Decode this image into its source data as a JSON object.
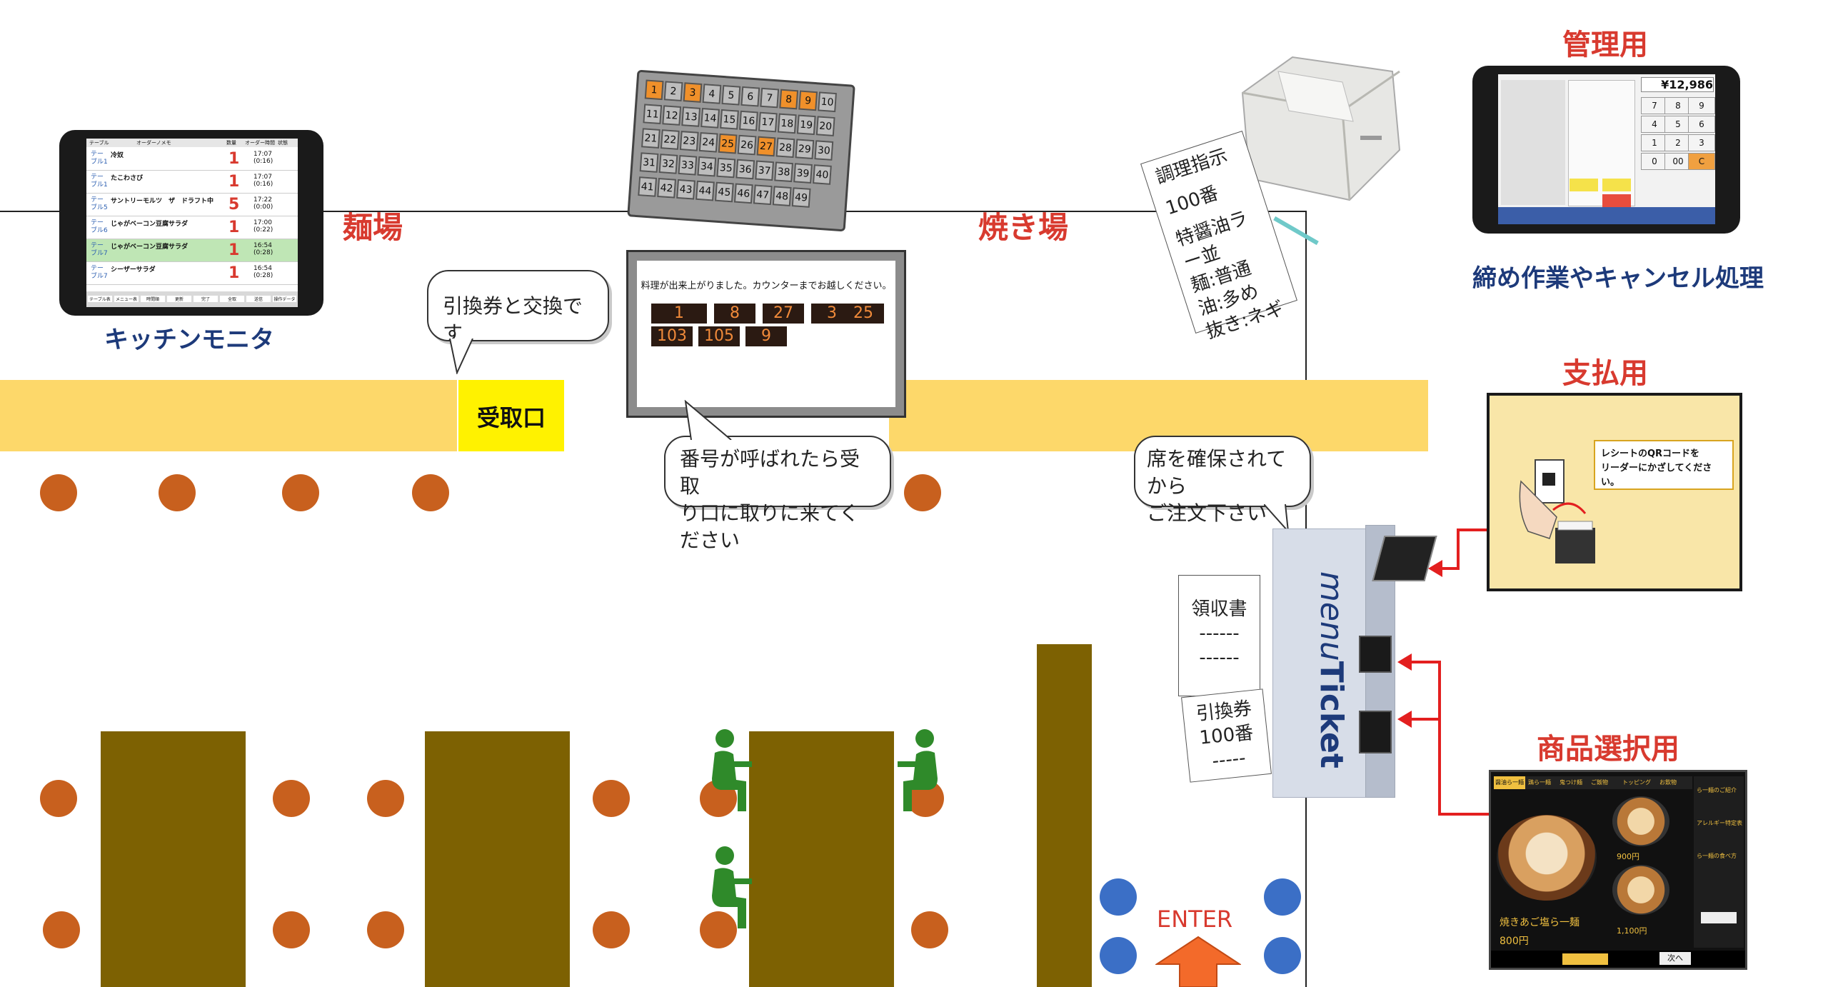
{
  "areas": {
    "noodle": "麺場",
    "grill": "焼き場",
    "pickup": "受取口",
    "enter": "ENTER"
  },
  "kitchen_monitor": {
    "caption": "キッチンモニタ",
    "headers": [
      "テーブル",
      "オーダーノメモ",
      "数量",
      "オーダー時間",
      "状態"
    ],
    "rows": [
      {
        "table": "テーブル1",
        "item": "冷奴",
        "qty": "1",
        "time": "17:07",
        "elapsed": "(0:16)"
      },
      {
        "table": "テーブル1",
        "item": "たこわさび",
        "qty": "1",
        "time": "17:07",
        "elapsed": "(0:16)"
      },
      {
        "table": "テーブル5",
        "item": "サントリーモルツ　ザ　ドラフト中",
        "qty": "5",
        "time": "17:22",
        "elapsed": "(0:00)"
      },
      {
        "table": "テーブル6",
        "item": "じゃがベーコン豆腐サラダ",
        "qty": "1",
        "time": "17:00",
        "elapsed": "(0:22)"
      },
      {
        "table": "テーブル7",
        "item": "じゃがベーコン豆腐サラダ",
        "qty": "1",
        "time": "16:54",
        "elapsed": "(0:28)"
      },
      {
        "table": "テーブル7",
        "item": "シーザーサラダ",
        "qty": "1",
        "time": "16:54",
        "elapsed": "(0:28)"
      }
    ],
    "footer_buttons": [
      "テーブル表",
      "メニュー表",
      "時間順",
      "更新",
      "完了",
      "全取",
      "送信",
      "操作データ"
    ]
  },
  "number_board": {
    "cells": [
      "1",
      "2",
      "3",
      "4",
      "5",
      "6",
      "7",
      "8",
      "9",
      "10",
      "11",
      "12",
      "13",
      "14",
      "15",
      "16",
      "17",
      "18",
      "19",
      "20",
      "21",
      "22",
      "23",
      "24",
      "25",
      "26",
      "27",
      "28",
      "29",
      "30",
      "31",
      "32",
      "33",
      "34",
      "35",
      "36",
      "37",
      "38",
      "39",
      "40",
      "41",
      "42",
      "43",
      "44",
      "45",
      "46",
      "47",
      "48",
      "49"
    ],
    "highlighted": [
      "1",
      "3",
      "8",
      "9",
      "25",
      "27"
    ]
  },
  "pickup_display": {
    "message": "料理が出来上がりました。カウンターまでお越しください。",
    "numbers": [
      "1",
      "8",
      "27",
      "3",
      "25",
      "103",
      "105",
      "9"
    ]
  },
  "printer_slip": {
    "lines": [
      "調理指示",
      "100番",
      "特醤油ラー並",
      "麺:普通",
      "油:多め",
      "抜き:ネギ"
    ]
  },
  "bubbles": {
    "exchange": "引換券と交換です",
    "called": [
      "番号が呼ばれたら受取",
      "り口に取りに来てください"
    ],
    "seat": [
      "席を確保されてから",
      "ご注文下さい"
    ]
  },
  "receipt": {
    "title": "領収書",
    "dash1": "------",
    "dash2": "------"
  },
  "voucher": {
    "title": "引換券",
    "number": "100番",
    "dash": "-----"
  },
  "kiosk": {
    "brand": "menu",
    "brand_bold": "Ticket"
  },
  "admin": {
    "title": "管理用",
    "caption": "締め作業やキャンセル処理",
    "total": "¥12,986",
    "keys": [
      "7",
      "8",
      "9",
      "4",
      "5",
      "6",
      "1",
      "2",
      "3",
      "0",
      "00",
      "C"
    ]
  },
  "payment": {
    "title": "支払用",
    "message": "レシートのQRコードを\nリーダーにかざしてください。"
  },
  "selection": {
    "title": "商品選択用",
    "tabs": [
      "醤油ら一麺",
      "鶏ら一麺",
      "鬼つけ麺",
      "ご飯物",
      "トッピング",
      "お飲物"
    ],
    "side_items": [
      "ら一麺のご紹介",
      "アレルギー特定表",
      "ら一麺の食べ方"
    ],
    "main_item_name": "焼きあご塩ら一麺",
    "main_item_price": "800円",
    "sub_price_1": "900円",
    "sub_price_2": "1,100円",
    "next": "次へ"
  },
  "colors": {
    "heading_red": "#d83a2f",
    "caption_blue": "#1d3a7a",
    "counter": "#fdd86a",
    "pickup_yellow": "#fff200",
    "stool": "#c8601e",
    "entrance_stool": "#3b6fc6",
    "table": "#7d6102",
    "person": "#2f8a2a",
    "arrow": "#e31f1f"
  }
}
